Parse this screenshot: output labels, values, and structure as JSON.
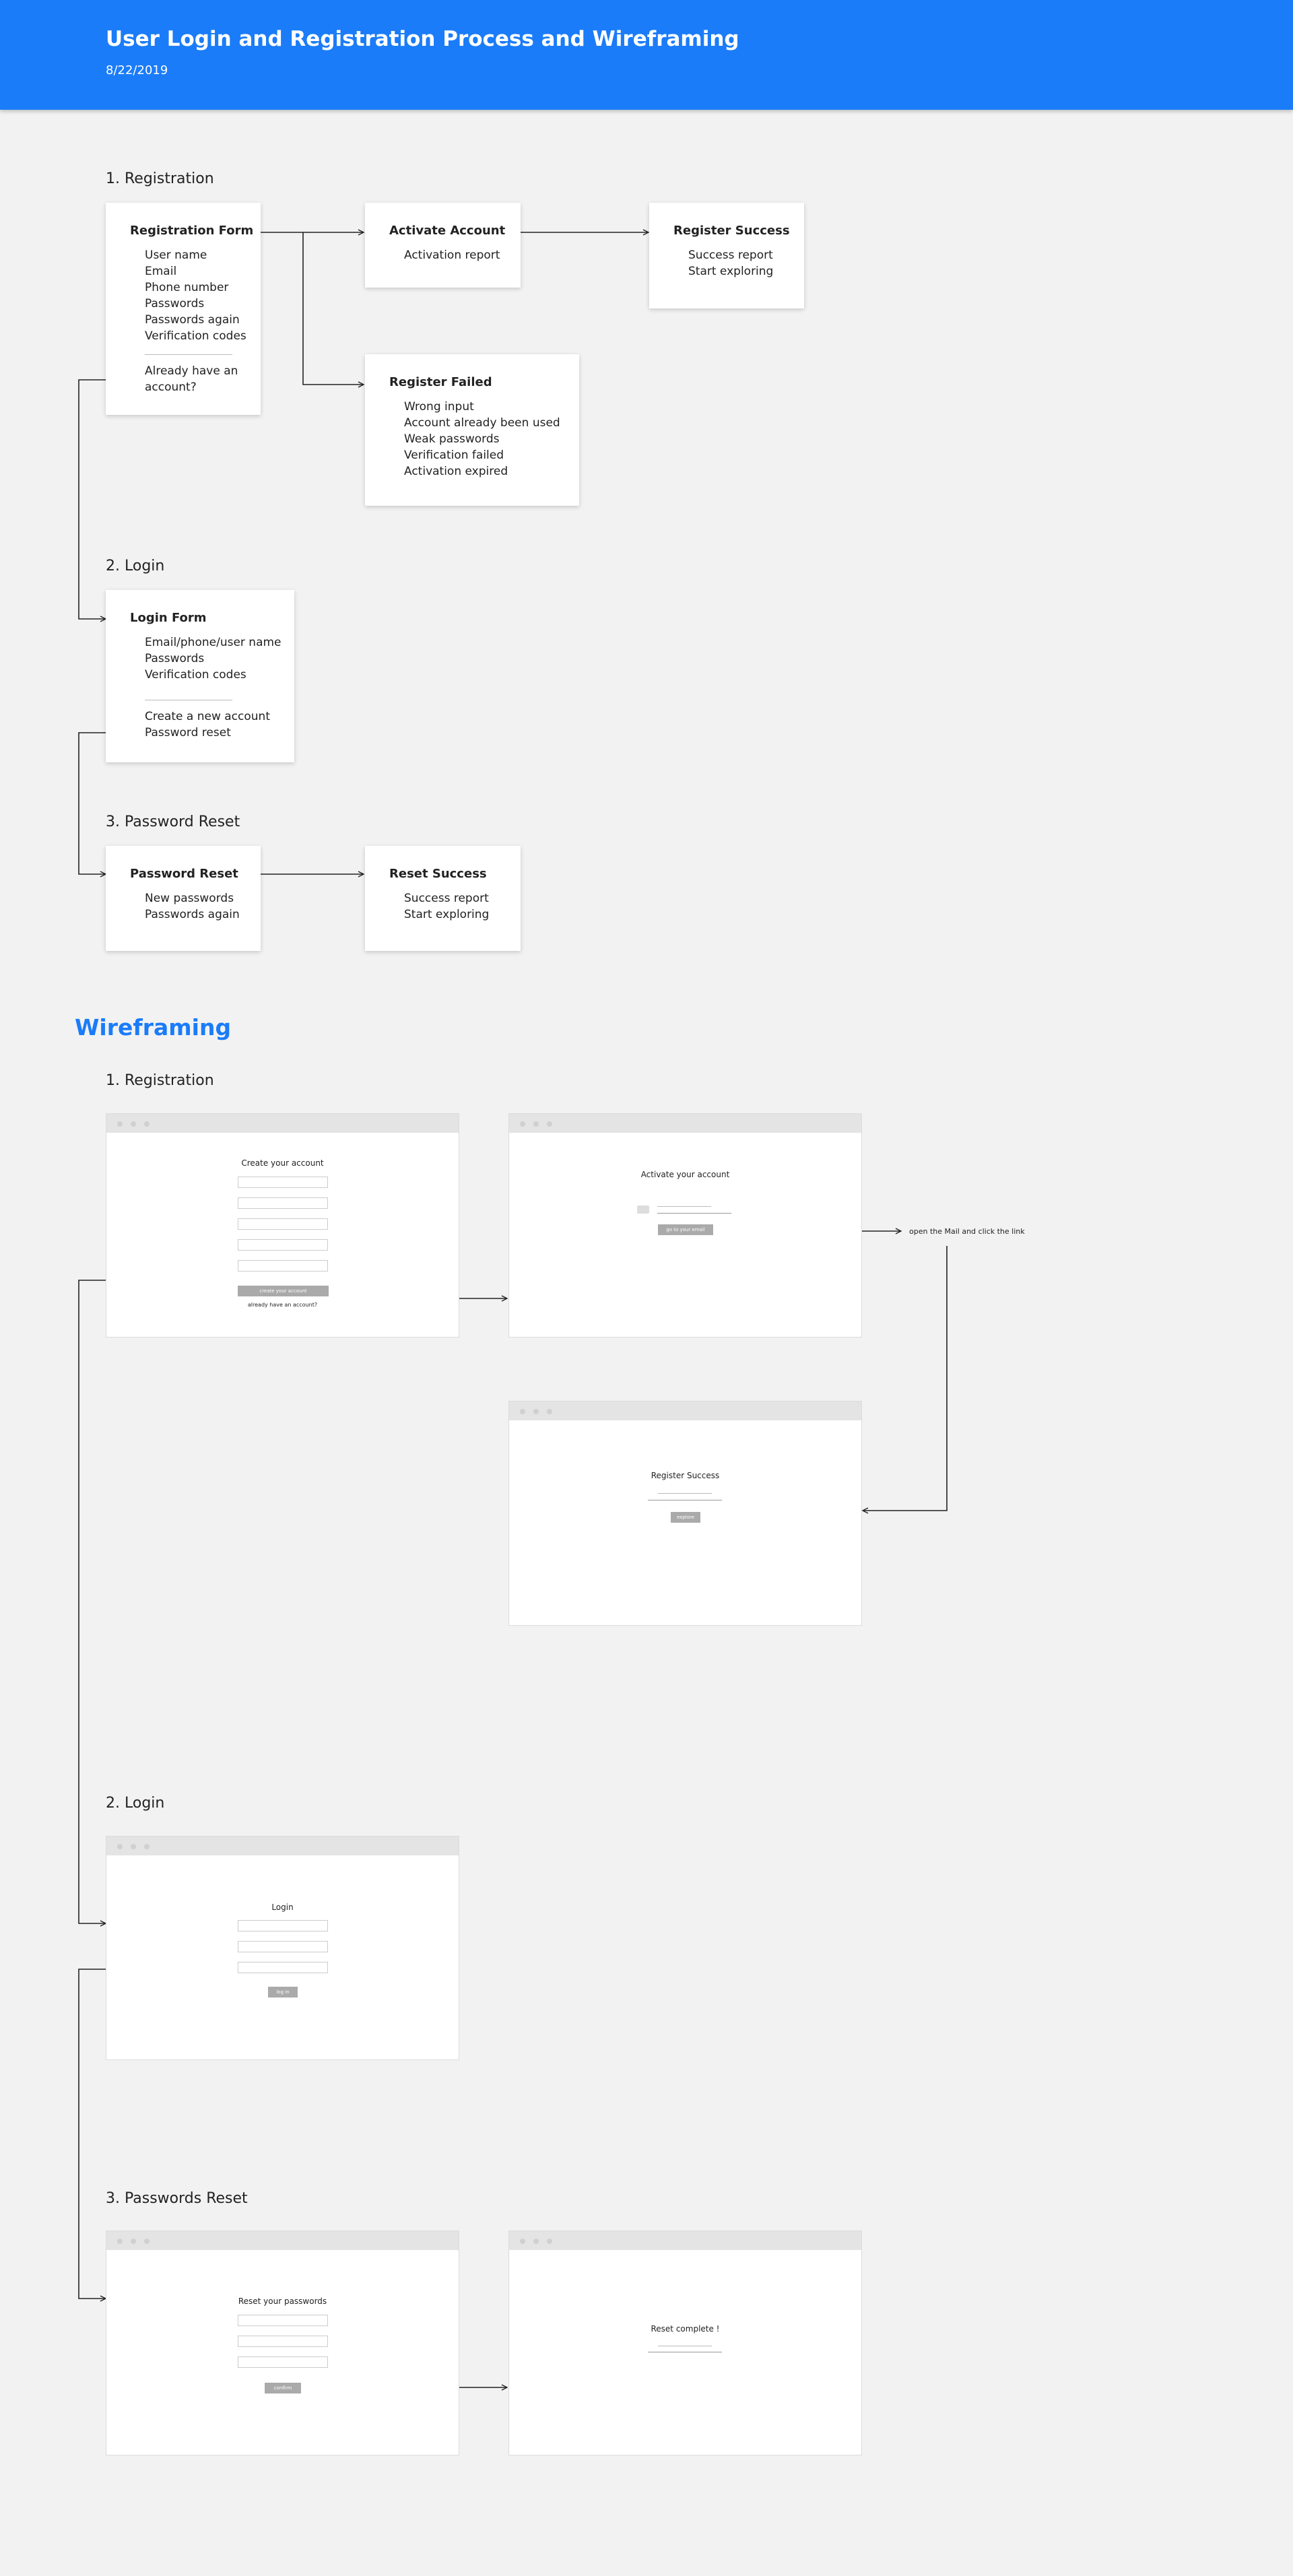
{
  "header": {
    "title": "User Login and Registration Process and Wireframing",
    "date": "8/22/2019"
  },
  "colors": {
    "accent": "#1a7cf9",
    "background": "#f2f2f2",
    "card": "#ffffff"
  },
  "flow": {
    "registration_heading": "1. Registration",
    "login_heading": "2. Login",
    "reset_heading": "3. Password Reset",
    "registration_form": {
      "title": "Registration Form",
      "items": [
        "User name",
        "Email",
        "Phone number",
        "Passwords",
        "Passwords again",
        "Verification codes"
      ],
      "extra": [
        "Already have an",
        "account?"
      ]
    },
    "activate_account": {
      "title": "Activate Account",
      "items": [
        "Activation report"
      ]
    },
    "register_success": {
      "title": "Register Success",
      "items": [
        "Success report",
        "Start exploring"
      ]
    },
    "register_failed": {
      "title": "Register Failed",
      "items": [
        "Wrong input",
        "Account already been used",
        "Weak passwords",
        "Verification failed",
        "Activation expired"
      ]
    },
    "login_form": {
      "title": "Login Form",
      "items": [
        "Email/phone/user name",
        "Passwords",
        "Verification codes"
      ],
      "extra": [
        "Create a new account",
        "Password reset"
      ]
    },
    "password_reset": {
      "title": "Password Reset",
      "items": [
        "New passwords",
        "Passwords again"
      ]
    },
    "reset_success": {
      "title": "Reset Success",
      "items": [
        "Success report",
        "Start exploring"
      ]
    }
  },
  "wireframing": {
    "heading": "Wireframing",
    "registration_heading": "1. Registration",
    "login_heading": "2. Login",
    "reset_heading": "3. Passwords Reset",
    "create_account": {
      "title": "Create your account",
      "button": "create your account",
      "link": "already have an account?"
    },
    "activate": {
      "title": "Activate your account",
      "button": "go to your email",
      "note": "open the Mail and click the link"
    },
    "register_success": {
      "title": "Register Success",
      "button": "explore"
    },
    "login": {
      "title": "Login",
      "button": "log in"
    },
    "reset": {
      "title": "Reset your passwords",
      "button": "confirm"
    },
    "reset_complete": {
      "title": "Reset complete !"
    }
  }
}
